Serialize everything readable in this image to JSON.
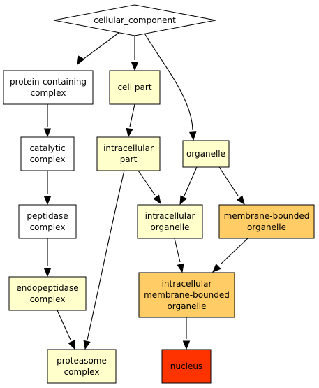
{
  "colors": {
    "white": "#ffffff",
    "pale_yellow": "#ffffcc",
    "orange": "#ffcc66",
    "red": "#ff3300"
  },
  "nodes": {
    "cellular_component": {
      "lines": [
        "cellular_component"
      ],
      "fill": "#ffffff"
    },
    "protein_containing_complex": {
      "lines": [
        "protein-containing",
        "complex"
      ],
      "fill": "#ffffff"
    },
    "cell_part": {
      "lines": [
        "cell part"
      ],
      "fill": "#ffffcc"
    },
    "catalytic_complex": {
      "lines": [
        "catalytic",
        "complex"
      ],
      "fill": "#ffffff"
    },
    "intracellular_part": {
      "lines": [
        "intracellular",
        "part"
      ],
      "fill": "#ffffcc"
    },
    "organelle": {
      "lines": [
        "organelle"
      ],
      "fill": "#ffffcc"
    },
    "peptidase_complex": {
      "lines": [
        "peptidase",
        "complex"
      ],
      "fill": "#ffffff"
    },
    "intracellular_organelle": {
      "lines": [
        "intracellular",
        "organelle"
      ],
      "fill": "#ffffcc"
    },
    "membrane_bounded_organelle": {
      "lines": [
        "membrane-bounded",
        "organelle"
      ],
      "fill": "#ffcc66"
    },
    "endopeptidase_complex": {
      "lines": [
        "endopeptidase",
        "complex"
      ],
      "fill": "#ffffcc"
    },
    "intracellular_membrane_bounded_organelle": {
      "lines": [
        "intracellular",
        "membrane-bounded",
        "organelle"
      ],
      "fill": "#ffcc66"
    },
    "proteasome_complex": {
      "lines": [
        "proteasome",
        "complex"
      ],
      "fill": "#ffffcc"
    },
    "nucleus": {
      "lines": [
        "nucleus"
      ],
      "fill": "#ff3300"
    }
  }
}
